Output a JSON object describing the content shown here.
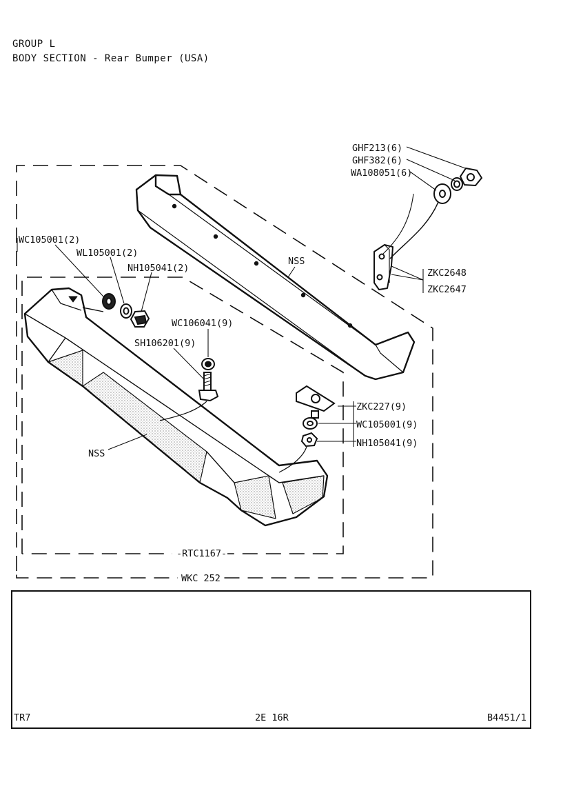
{
  "header": {
    "group": "GROUP L",
    "section": "BODY SECTION - Rear Bumper (USA)"
  },
  "parts": {
    "ghf213": "GHF213(6)",
    "ghf382": "GHF382(6)",
    "wa108051": "WA108051(6)",
    "zkc2648": "ZKC2648",
    "zkc2647": "ZKC2647",
    "nss_upper": "NSS",
    "wc105001_2": "WC105001(2)",
    "wl105001_2": "WL105001(2)",
    "nh105041_2": "NH105041(2)",
    "wc106041_9": "WC106041(9)",
    "sh106201_9": "SH106201(9)",
    "zkc227_9": "ZKC227(9)",
    "wc105001_9": "WC105001(9)",
    "nh105041_9": "NH105041(9)",
    "nss_lower": "NSS",
    "rtc1167": "-RTC1167-",
    "wkc252": "WKC 252"
  },
  "footer": {
    "model": "TR7",
    "page": "2E 16R",
    "ref": "B4451/1"
  }
}
